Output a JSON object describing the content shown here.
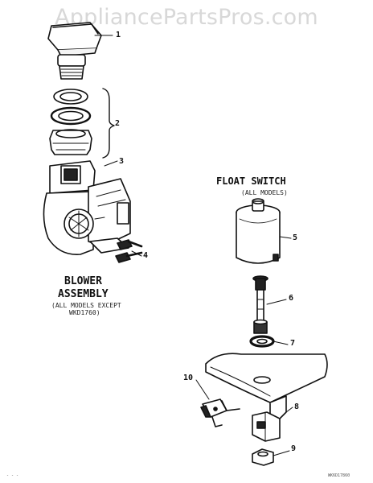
{
  "watermark": "AppliancePartsPros.com",
  "blower_assembly": {
    "title_line1": "BLOWER",
    "title_line2": "ASSEMBLY",
    "note_line1": "(ALL MODELS EXCEPT",
    "note_line2": "WKD1760)"
  },
  "float_switch": {
    "title": "FLOAT SWITCH",
    "note": "(ALL MODELS)"
  },
  "callouts": [
    "1",
    "2",
    "3",
    "4",
    "5",
    "6",
    "7",
    "8",
    "9",
    "10"
  ],
  "footer_left": "- - -",
  "footer_right": "WK6D17860"
}
